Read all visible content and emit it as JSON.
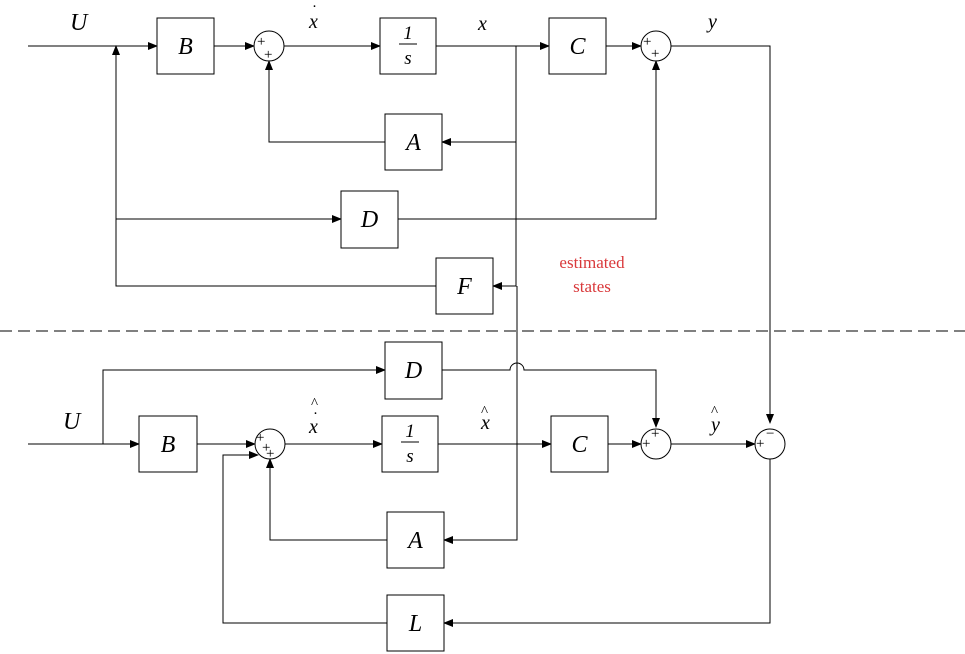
{
  "colors": {
    "line": "#000000",
    "annotation": "#d9393b"
  },
  "plant": {
    "input": "U",
    "gain_b": "B",
    "integrator": {
      "numerator": "1",
      "denominator": "s"
    },
    "state_derivative": "x",
    "state": "x",
    "gain_c": "C",
    "gain_a": "A",
    "gain_d": "D",
    "output": "y",
    "sum_signs": {
      "state_sum": [
        "+",
        "+"
      ],
      "output_sum": [
        "+",
        "+"
      ]
    }
  },
  "feedback": {
    "gain_f": "F"
  },
  "annotation": {
    "line1": "estimated",
    "line2": "states"
  },
  "observer": {
    "input": "U",
    "gain_b": "B",
    "integrator": {
      "numerator": "1",
      "denominator": "s"
    },
    "state_derivative_estimate": "x",
    "state_estimate": "x",
    "gain_c": "C",
    "gain_a": "A",
    "gain_d": "D",
    "gain_l": "L",
    "output_estimate": "y",
    "sum_signs": {
      "state_sum": [
        "+",
        "+",
        "+"
      ],
      "output_sum": [
        "+",
        "+"
      ],
      "error_sum": [
        "+",
        "−"
      ]
    }
  }
}
